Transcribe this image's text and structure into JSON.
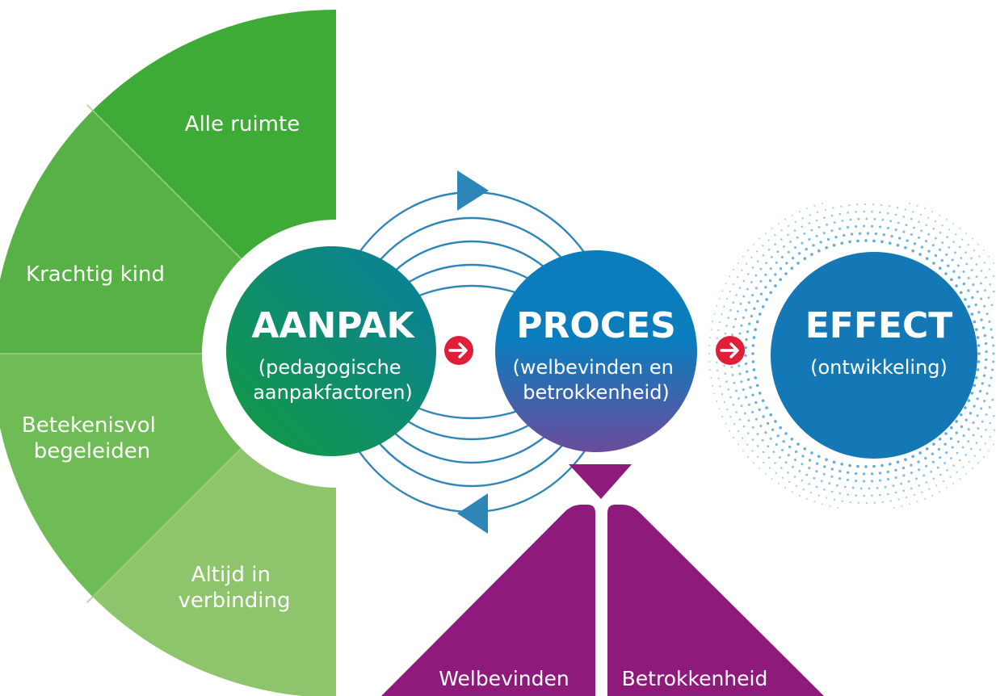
{
  "colors": {
    "green_1": "#3dab35",
    "green_2": "#58b146",
    "green_3": "#6fbb55",
    "green_4": "#8dc46c",
    "green_divider": "#9fd18a",
    "ring_blue": "#2e86b8",
    "aanpak_green": "#139a3d",
    "aanpak_teal": "#0a7fa0",
    "proces_blue": "#0b7dbd",
    "proces_purple": "#6b4c9c",
    "effect_blue": "#1578b6",
    "dot_blue": "#4da3d9",
    "arrow_red": "#e01e37",
    "purple": "#8e1a7c"
  },
  "segments": [
    {
      "lines": [
        "Alle ruimte"
      ]
    },
    {
      "lines": [
        "Krachtig kind"
      ]
    },
    {
      "lines": [
        "Betekenisvol",
        "begeleiden"
      ]
    },
    {
      "lines": [
        "Altijd in",
        "verbinding"
      ]
    }
  ],
  "circles": {
    "aanpak": {
      "title": "AANPAK",
      "sub": [
        "(pedagogische",
        "aanpakfactoren)"
      ]
    },
    "proces": {
      "title": "PROCES",
      "sub": [
        "(welbevinden en",
        "betrokkenheid)"
      ]
    },
    "effect": {
      "title": "EFFECT",
      "sub": [
        "(ontwikkeling)"
      ]
    }
  },
  "outcomes": {
    "left": "Welbevinden",
    "right": "Betrokkenheid"
  },
  "icons": {
    "flow_arrow": "circled-right-arrow-icon",
    "cycle_arrow": "triangle-arrowhead-icon",
    "funnel": "downward-triangle-icon"
  }
}
